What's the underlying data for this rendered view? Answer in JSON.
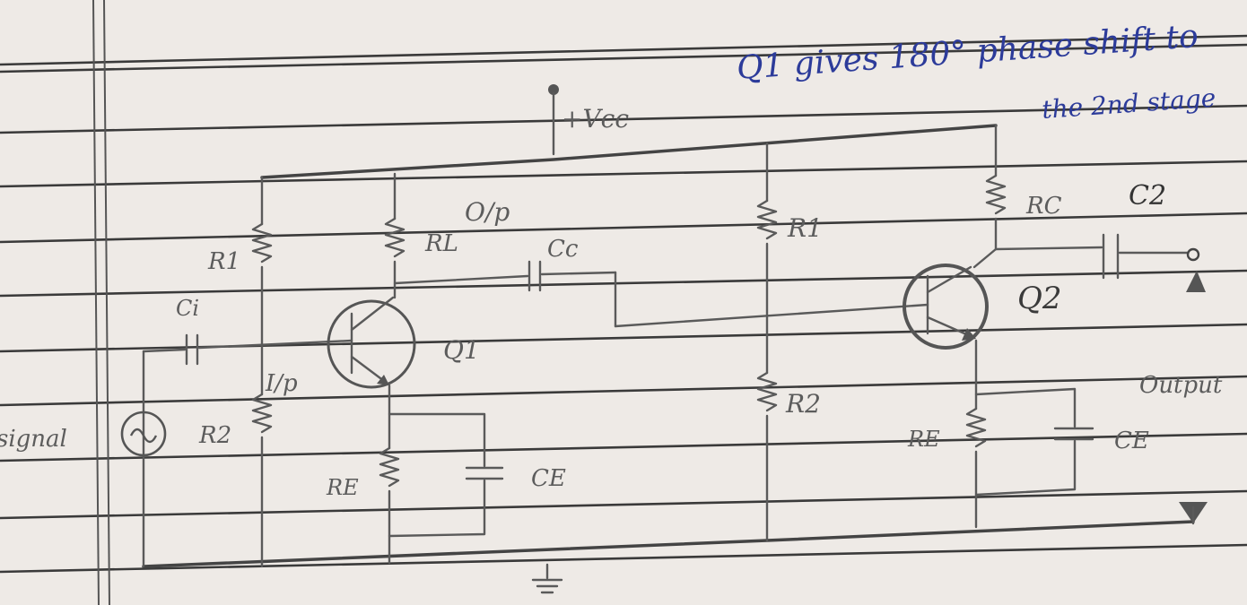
{
  "labels": {
    "vcc": "+Vcc",
    "output_q1": "O/p",
    "input_q1": "I/p",
    "r1_left": "R1",
    "r2_left": "R2",
    "rl_left": "RL",
    "re_left": "RE",
    "ce_left": "CE",
    "ci": "Ci",
    "cc": "Cc",
    "q1": "Q1",
    "r1_right": "R1",
    "r2_right": "R2",
    "rc_right": "RC",
    "c2": "C2",
    "q2": "Q2",
    "re_right": "RE",
    "ce_right": "CE",
    "output": "Output",
    "signal": "signal"
  },
  "note": {
    "line1": "Q1 gives 180° phase shift to",
    "line2": "the 2nd stage"
  },
  "colors": {
    "paper": "#eeeae6",
    "pencil": "#5a5a5a",
    "ink": "#2c3b9a"
  }
}
